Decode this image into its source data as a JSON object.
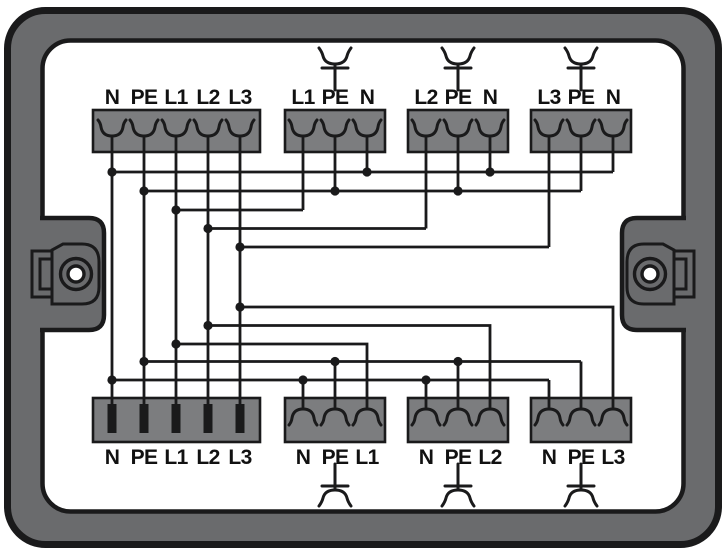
{
  "diagram_type": "three-phase-distribution-box-wiring",
  "colors": {
    "frame_gray": "#6a6b6d",
    "block_gray": "#7c7d7f",
    "line_black": "#1a1a1b",
    "panel_white": "#ffffff"
  },
  "conductors": [
    "N",
    "PE",
    "L1",
    "L2",
    "L3"
  ],
  "blocks": {
    "top": [
      {
        "name": "three-phase-feed-in",
        "labels": [
          "N",
          "PE",
          "L1",
          "L2",
          "L3"
        ],
        "symbol": null
      },
      {
        "name": "socket-circuit-l1",
        "labels": [
          "L1",
          "PE",
          "N"
        ],
        "symbol": "socket-outlet"
      },
      {
        "name": "socket-circuit-l2",
        "labels": [
          "L2",
          "PE",
          "N"
        ],
        "symbol": "socket-outlet"
      },
      {
        "name": "socket-circuit-l3",
        "labels": [
          "L3",
          "PE",
          "N"
        ],
        "symbol": "socket-outlet"
      }
    ],
    "bottom": [
      {
        "name": "three-phase-through-output",
        "labels": [
          "N",
          "PE",
          "L1",
          "L2",
          "L3"
        ],
        "symbol": null
      },
      {
        "name": "socket-circuit-l1",
        "labels": [
          "N",
          "PE",
          "L1"
        ],
        "symbol": "socket-outlet"
      },
      {
        "name": "socket-circuit-l2",
        "labels": [
          "N",
          "PE",
          "L2"
        ],
        "symbol": "socket-outlet"
      },
      {
        "name": "socket-circuit-l3",
        "labels": [
          "N",
          "PE",
          "L3"
        ],
        "symbol": "socket-outlet"
      }
    ]
  }
}
